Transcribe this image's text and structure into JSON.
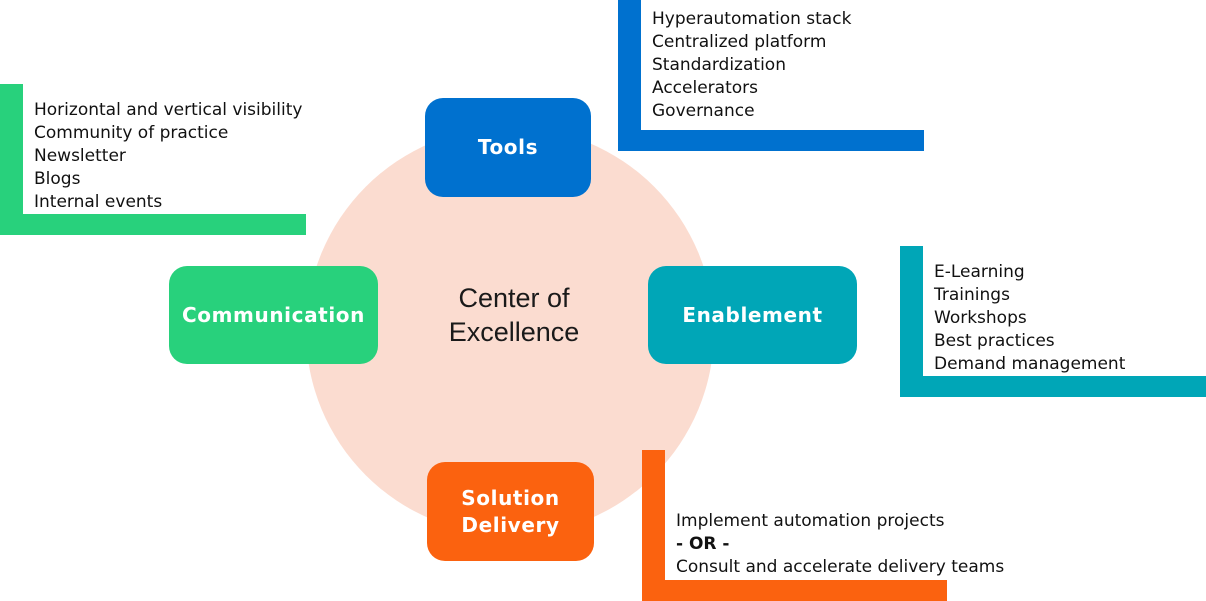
{
  "center": {
    "line1": "Center of",
    "line2": "Excellence"
  },
  "nodes": {
    "tools": "Tools",
    "enablement": "Enablement",
    "communication": "Communication",
    "solution_delivery": {
      "line1": "Solution",
      "line2": "Delivery"
    }
  },
  "lists": {
    "tools": [
      "Hyperautomation stack",
      "Centralized platform",
      "Standardization",
      "Accelerators",
      "Governance"
    ],
    "communication": [
      "Horizontal and vertical visibility",
      "Community of practice",
      "Newsletter",
      "Blogs",
      "Internal events"
    ],
    "enablement": [
      "E-Learning",
      "Trainings",
      "Workshops",
      "Best practices",
      "Demand management"
    ],
    "solution_delivery": [
      "Implement automation projects",
      "- OR -",
      "Consult and accelerate delivery teams"
    ]
  },
  "colors": {
    "tools": "#0071cf",
    "enablement": "#00a6b7",
    "communication": "#28d17c",
    "solution_delivery": "#fb620f",
    "circle": "#fbdcd0"
  }
}
